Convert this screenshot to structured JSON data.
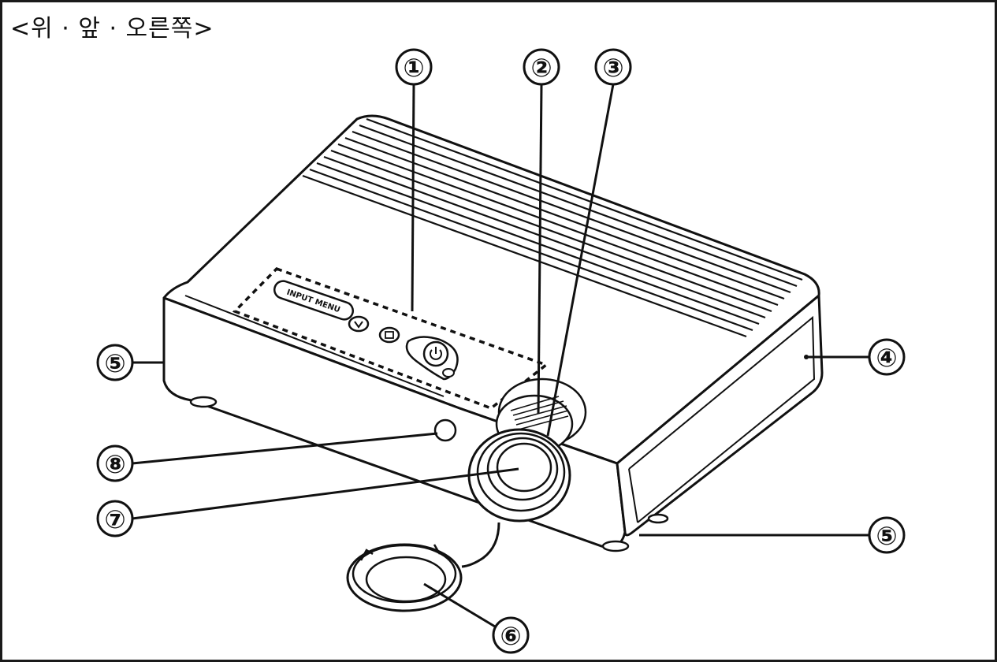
{
  "title": "<위 · 앞 · 오른쪽>",
  "colors": {
    "ink": "#111111",
    "paper": "#ffffff",
    "shade": "#d9d9d9"
  },
  "callouts": [
    "①",
    "②",
    "③",
    "④",
    "⑤",
    "⑥",
    "⑦",
    "⑧",
    "⑤"
  ],
  "panel_label": "INPUT  MENU"
}
